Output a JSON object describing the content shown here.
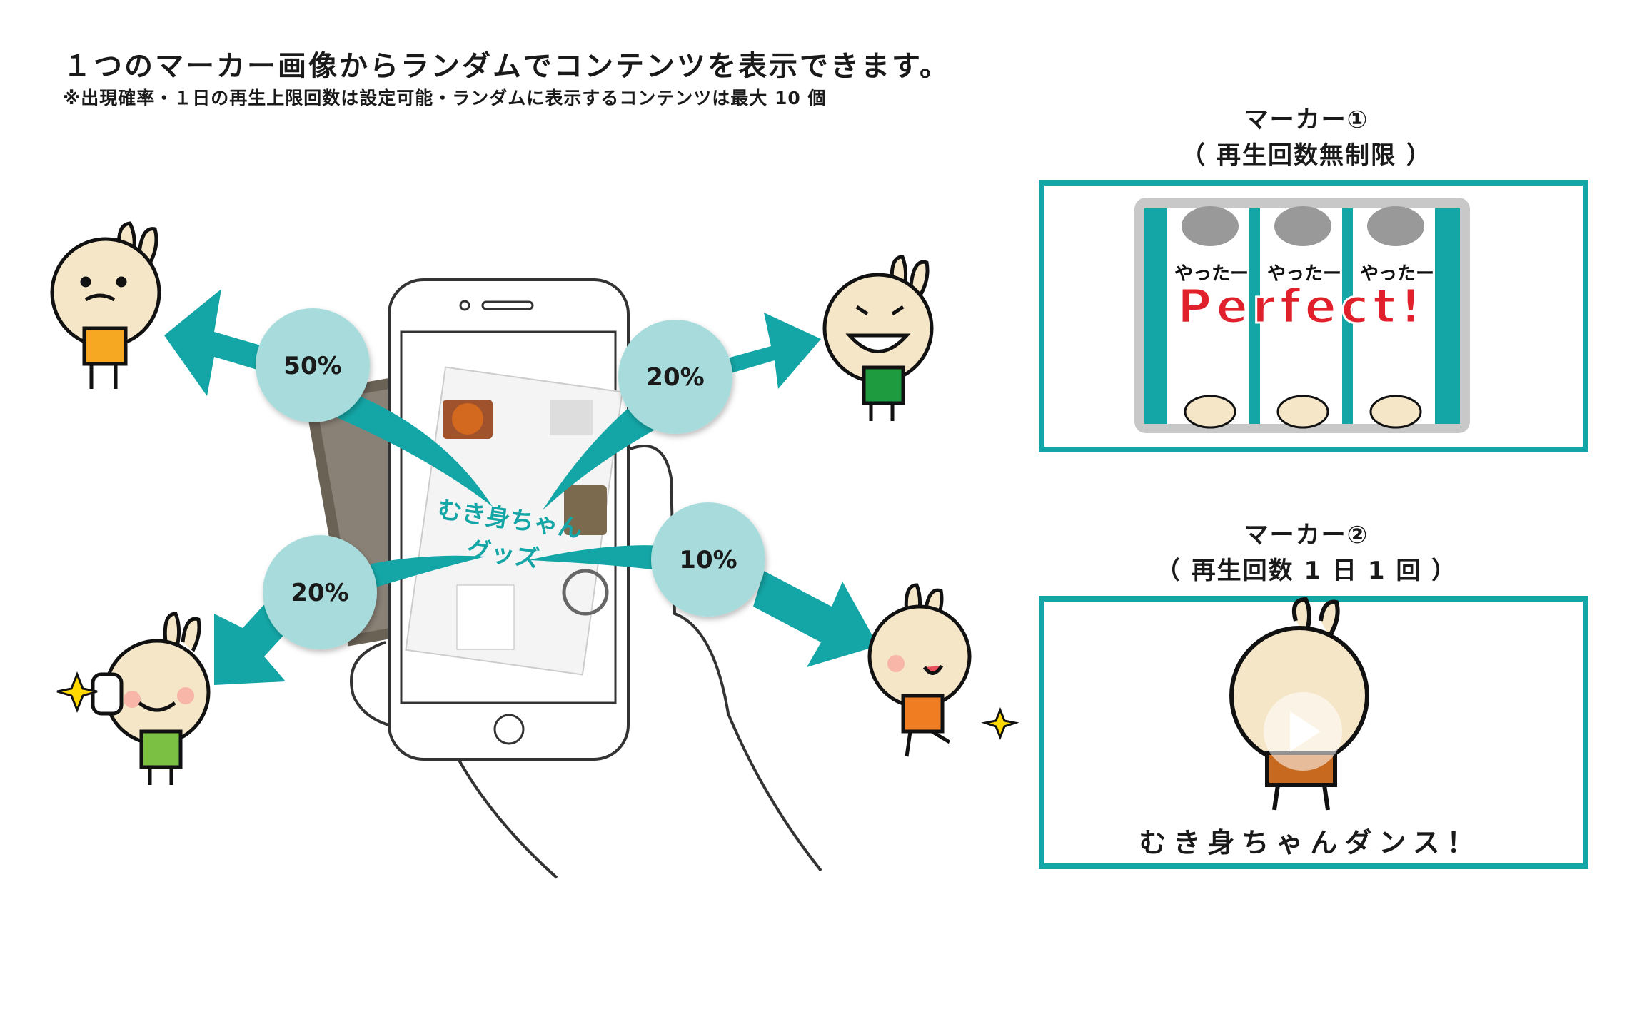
{
  "header": {
    "title": "１つのマーカー画像からランダムでコンテンツを表示できます。",
    "note": "※出現確率・１日の再生上限回数は設定可能・ランダムに表示するコンテンツは最大 10 個"
  },
  "diagram": {
    "outcomes": [
      {
        "label": "50%",
        "probability": 50,
        "character": "thinking-character"
      },
      {
        "label": "20%",
        "probability": 20,
        "character": "grinning-character"
      },
      {
        "label": "20%",
        "probability": 20,
        "character": "thumbs-up-character"
      },
      {
        "label": "10%",
        "probability": 10,
        "character": "winking-character"
      }
    ],
    "marker_booklet": {
      "line1": "むき身ちゃん",
      "line2": "グッズ"
    }
  },
  "markers": [
    {
      "title": "マーカー①",
      "subtitle": "（ 再生回数無制限 ）",
      "preview": "slot-game",
      "overlay": "Perfect!",
      "reel_text": "やったー"
    },
    {
      "title": "マーカー②",
      "subtitle": "（ 再生回数 1 日 1 回 ）",
      "preview": "dance-video",
      "caption": "むき身ちゃんダンス！"
    }
  ],
  "colors": {
    "accent": "#14a6a6",
    "bubble": "#a8dcdc",
    "skin": "#f5e6c8"
  }
}
